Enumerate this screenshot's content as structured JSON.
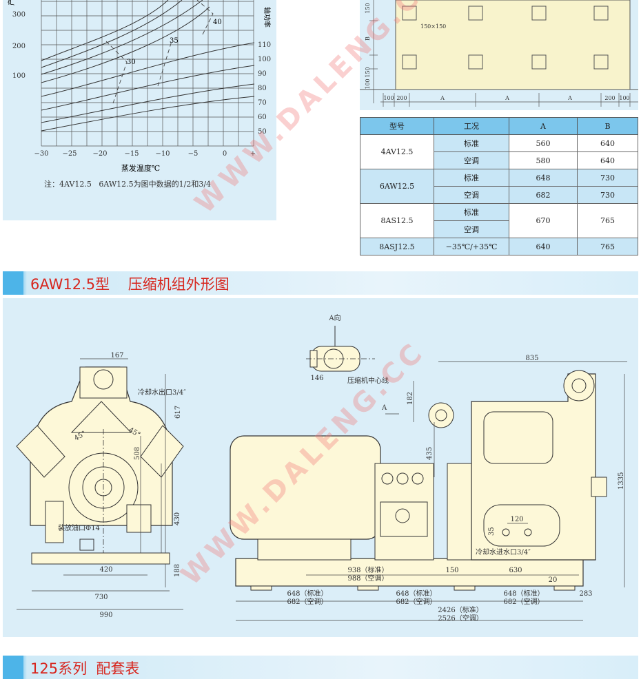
{
  "chart": {
    "y_label_left": "产冷量",
    "y_label_right": "轴功率",
    "x_label": "蒸发温度℃",
    "x_ticks": [
      "−30",
      "−25",
      "−20",
      "−15",
      "−10",
      "−5",
      "0",
      "+"
    ],
    "y_left_ticks": [
      "300",
      "200",
      "100"
    ],
    "y_right_ticks": [
      "110",
      "100",
      "90",
      "80",
      "70",
      "60",
      "50"
    ],
    "curve_labels": [
      "40",
      "35",
      "30"
    ],
    "note": "注：4AV12.5   6AW12.5为图中数据的1/2和3/4"
  },
  "grid_drawing": {
    "dim_150": "150",
    "dim_b": "B",
    "dim_150b": "150",
    "dim_100": "100",
    "square_label": "150×150",
    "bottom_dims": [
      "100",
      "200",
      "A",
      "A",
      "A",
      "200",
      "100"
    ]
  },
  "spec_table": {
    "headers": [
      "型号",
      "工况",
      "A",
      "B"
    ],
    "rows": [
      {
        "model": "4AV12.5",
        "sub": [
          {
            "cond": "标准",
            "a": "560",
            "b": "640"
          },
          {
            "cond": "空调",
            "a": "580",
            "b": "640"
          }
        ]
      },
      {
        "model": "6AW12.5",
        "sub": [
          {
            "cond": "标准",
            "a": "648",
            "b": "730"
          },
          {
            "cond": "空调",
            "a": "682",
            "b": "730"
          }
        ]
      },
      {
        "model": "8AS12.5",
        "cond1": "标准",
        "cond2": "空调",
        "a": "670",
        "b": "765"
      },
      {
        "model": "8ASJ12.5",
        "cond": "−35℃/+35℃",
        "a": "640",
        "b": "765"
      }
    ]
  },
  "section1": {
    "title": "6AW12.5型    压缩机组外形图"
  },
  "section2": {
    "title": "125系列  配套表"
  },
  "drawing": {
    "front": {
      "d167": "167",
      "outlet": "冷却水出口3/4″",
      "d617": "617",
      "a45a": "45°",
      "a45b": "45°",
      "d508": "508",
      "d430": "430",
      "oil": "装放油口Φ14",
      "d420": "420",
      "d188": "188",
      "d730": "730",
      "d990": "990"
    },
    "view_a": {
      "title": "A向",
      "d146": "146",
      "center": "压缩机中心线"
    },
    "side": {
      "d835": "835",
      "d182": "182",
      "arrow_a": "A",
      "d435": "435",
      "d1335": "1335",
      "d120": "120",
      "d35": "35",
      "inlet": "冷却水进水口3/4″",
      "d938": "938（标准）",
      "d988": "988（空调）",
      "d150": "150",
      "d630": "630",
      "d20": "20",
      "d648a": "648（标准）",
      "d682a": "682（空调）",
      "d648b": "648（标准）",
      "d682b": "682（空调）",
      "d648c": "648（标准）",
      "d682c": "682（空调）",
      "d283": "283",
      "d2426": "2426（标准）",
      "d2526": "2526（空调）"
    }
  },
  "watermark": "WWW.DALENG.CC",
  "colors": {
    "accent": "#d7261e",
    "panel": "#dbeef8",
    "bar": "#4db4e8",
    "machine": "#fdf8d8"
  }
}
